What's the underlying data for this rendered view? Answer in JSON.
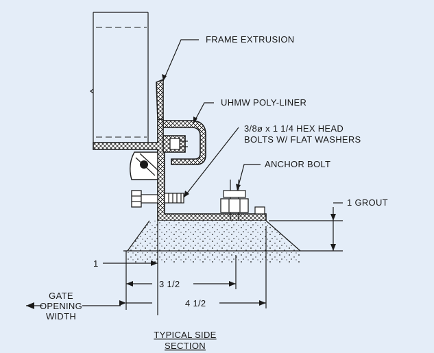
{
  "labels": {
    "frame_extrusion": "FRAME EXTRUSION",
    "liner": "UHMW POLY-LINER",
    "bolts_line1": "3/8ø x 1 1/4 HEX HEAD",
    "bolts_line2": "BOLTS W/ FLAT WASHERS",
    "anchor_bolt": "ANCHOR BOLT",
    "grout": "1 GROUT",
    "dim_1": "1",
    "dim_3_5": "3 1/2",
    "dim_4_5": "4 1/2",
    "gate_line1": "GATE",
    "gate_line2": "OPENING",
    "gate_line3": "WIDTH",
    "title_line1": "TYPICAL SIDE",
    "title_line2": "SECTION"
  },
  "colors": {
    "background": "#e4edf8",
    "ink": "#1a1a1a"
  }
}
